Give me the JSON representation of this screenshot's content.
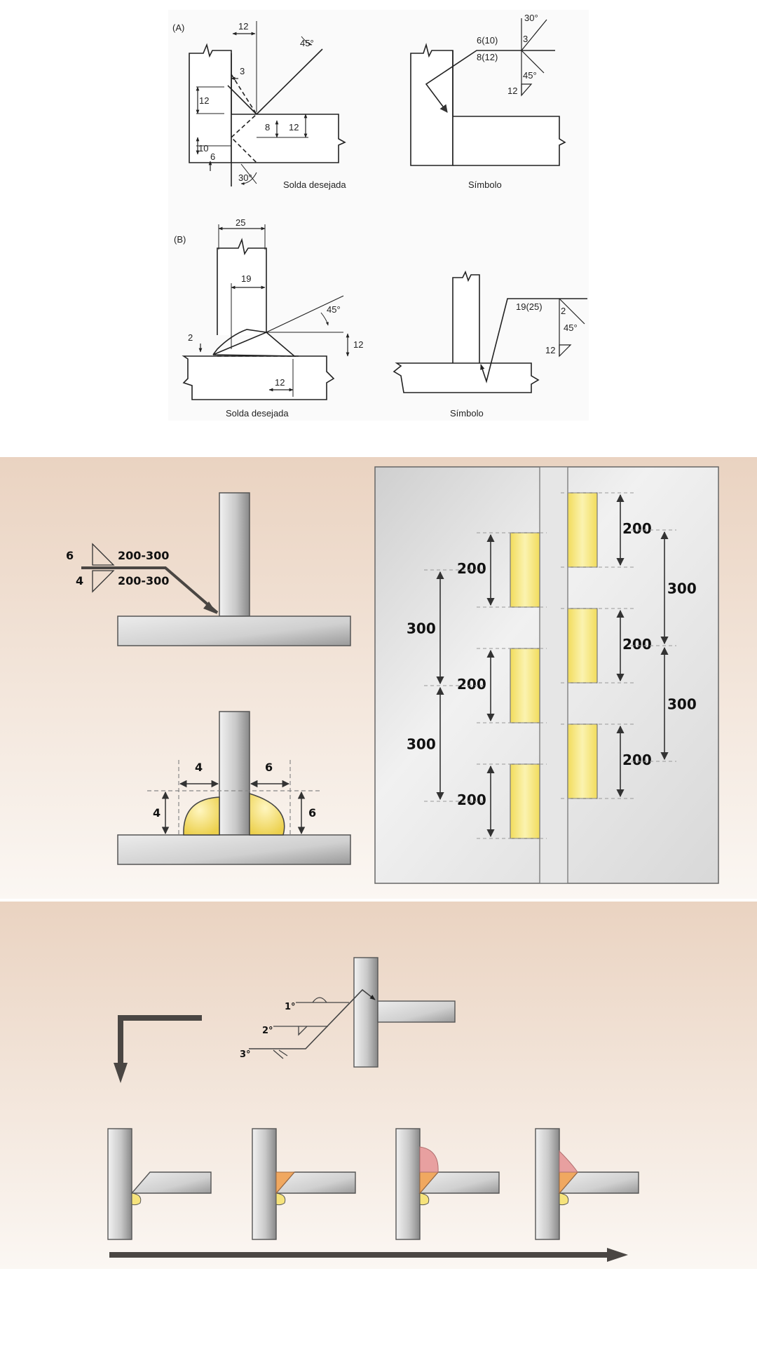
{
  "figA": {
    "label": "(A)",
    "dims": {
      "top_width": "12",
      "root_gap": "3",
      "left_leg": "12",
      "groove_depth": "8",
      "plate_thk": "12",
      "back_depth": "10",
      "back_gap": "6"
    },
    "angles": {
      "top": "45°",
      "bottom": "30°"
    },
    "caption_desired": "Solda desejada",
    "caption_symbol": "Símbolo",
    "symbol": {
      "angle_top": "30°",
      "depth_top": "3",
      "upper_ref": "6(10)",
      "lower_ref": "8(12)",
      "angle_bottom": "45°",
      "fillet": "12"
    }
  },
  "figB": {
    "label": "(B)",
    "dims": {
      "width": "25",
      "groove_width": "19",
      "gap": "2",
      "height": "12",
      "leg": "12"
    },
    "angle": "45°",
    "caption_desired": "Solda desejada",
    "caption_symbol": "Símbolo",
    "symbol": {
      "ref": "19(25)",
      "depth": "2",
      "angle": "45°",
      "fillet": "12"
    }
  },
  "panel2": {
    "symbol": {
      "upper_size": "6",
      "lower_size": "4",
      "upper_len": "200-300",
      "lower_len": "200-300"
    },
    "section": {
      "left_leg": "4",
      "right_leg": "6",
      "left_height": "4",
      "right_height": "6"
    },
    "plan": {
      "left_seg_200": [
        "200",
        "200",
        "200"
      ],
      "left_pitch_300": [
        "300",
        "300"
      ],
      "right_seg_200": [
        "200",
        "200",
        "200"
      ],
      "right_pitch_300": [
        "300",
        "300"
      ]
    }
  },
  "panel3": {
    "passes": [
      "1°",
      "2°",
      "3°"
    ],
    "steps": 4
  },
  "colors": {
    "bg_top": "#ead3c1",
    "bg_bottom": "#ffffff",
    "weld": "#f6e37c",
    "pass2": "#f0a860",
    "pass3": "#e8a0a0",
    "arrow": "#4a4643"
  }
}
